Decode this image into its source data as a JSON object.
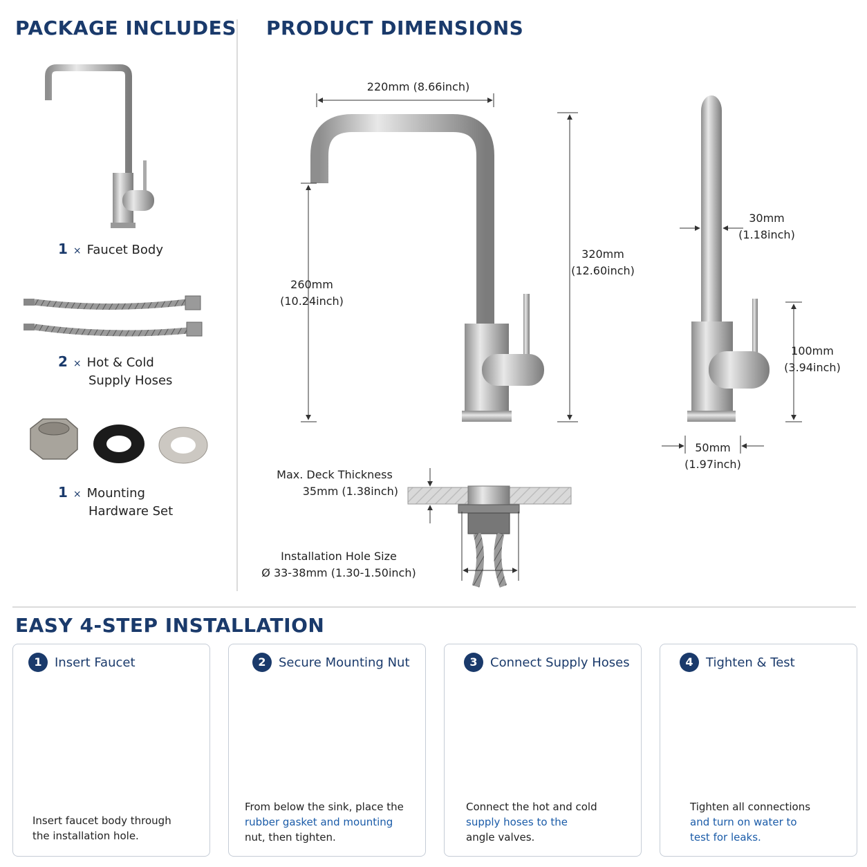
{
  "headers": {
    "package": "PACKAGE INCLUDES",
    "dimensions": "PRODUCT DIMENSIONS",
    "installation": "EASY 4-STEP INSTALLATION"
  },
  "package_items": [
    {
      "qty": "1",
      "times": "×",
      "line1": "Faucet Body",
      "line2": ""
    },
    {
      "qty": "2",
      "times": "×",
      "line1": "Hot & Cold",
      "line2": "Supply Hoses"
    },
    {
      "qty": "1",
      "times": "×",
      "line1": "Mounting",
      "line2": "Hardware Set"
    }
  ],
  "dimensions": {
    "width_top": "220mm (8.66inch)",
    "spout_height": {
      "mm": "260mm",
      "inch": "(10.24inch)"
    },
    "total_height": {
      "mm": "320mm",
      "inch": "(12.60inch)"
    },
    "spout_diameter": {
      "mm": "30mm",
      "inch": "(1.18inch)"
    },
    "body_height": {
      "mm": "100mm",
      "inch": "(3.94inch)"
    },
    "base_width": {
      "mm": "50mm",
      "inch": "(1.97inch)"
    },
    "deck": {
      "line1": "Max. Deck Thickness",
      "line2": "35mm (1.38inch)"
    },
    "hole": {
      "line1": "Installation Hole Size",
      "line2": "Ø 33-38mm (1.30-1.50inch)"
    }
  },
  "steps": [
    {
      "num": "1",
      "title": "Insert Faucet",
      "desc": [
        "Insert faucet body through",
        "the installation hole."
      ],
      "highlight": []
    },
    {
      "num": "2",
      "title": "Secure Mounting Nut",
      "desc": [
        "From below the sink, place the",
        "rubber gasket and mounting",
        "nut, then tighten."
      ],
      "highlight": [
        1
      ]
    },
    {
      "num": "3",
      "title": "Connect Supply Hoses",
      "desc": [
        "Connect the hot and cold",
        "supply hoses to the",
        "angle valves."
      ],
      "highlight": [
        1
      ]
    },
    {
      "num": "4",
      "title": "Tighten & Test",
      "desc": [
        "Tighten all connections",
        "and turn on water to",
        "test for leaks."
      ],
      "highlight": [
        1,
        2
      ]
    }
  ],
  "colors": {
    "navy": "#1a3a6b",
    "blue_text": "#1a5ba8",
    "steel": "#b8b8b8"
  }
}
